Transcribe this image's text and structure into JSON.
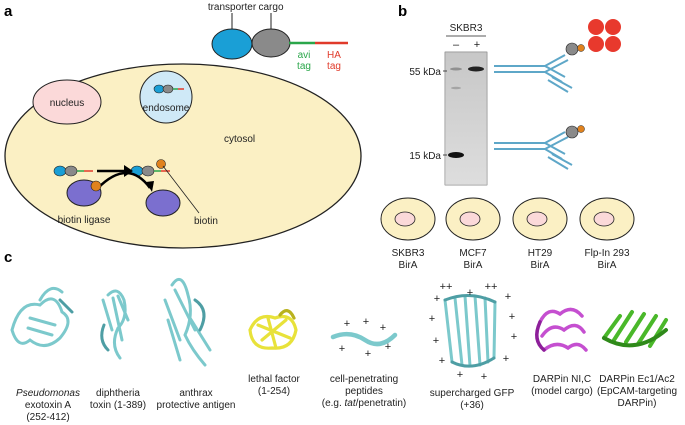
{
  "panels": {
    "a": "a",
    "b": "b",
    "c": "c"
  },
  "panel_a": {
    "transporter": "transporter",
    "cargo": "cargo",
    "avi_line1": "avi",
    "avi_line2": "tag",
    "ha_line1": "HA",
    "ha_line2": "tag",
    "nucleus": "nucleus",
    "endosome": "endosome",
    "cytosol": "cytosol",
    "biotin_ligase": "biotin ligase",
    "biotin": "biotin",
    "colors": {
      "transporter": "#1a9fd6",
      "cargo": "#8a8a8a",
      "avi_tag": "#2aa64a",
      "ha_tag": "#e03a2a",
      "biotin": "#e0821e",
      "ligase": "#7b6fcf",
      "cell": "#fbf0c4"
    }
  },
  "panel_b": {
    "cell_line": "SKBR3",
    "lane_minus": "–",
    "lane_plus": "+",
    "marker_55": "55 kDa",
    "marker_15": "15 kDa",
    "cells": [
      {
        "line1": "SKBR3",
        "line2": "BirA"
      },
      {
        "line1": "MCF7",
        "line2": "BirA"
      },
      {
        "line1": "HT29",
        "line2": "BirA"
      },
      {
        "line1": "Flp-In 293",
        "line2": "BirA"
      }
    ]
  },
  "panel_c": {
    "structures": [
      {
        "line1": "Pseudomonas",
        "line2": "exotoxin A",
        "line3": "(252-412)"
      },
      {
        "line1": "diphtheria",
        "line2": "toxin (1-389)",
        "line3": ""
      },
      {
        "line1": "anthrax",
        "line2": "protective antigen",
        "line3": ""
      },
      {
        "line1": "lethal factor",
        "line2": "(1-254)",
        "line3": ""
      },
      {
        "line1": "cell-penetrating",
        "line2": "peptides",
        "line3_a": "(e.g. ",
        "line3_b": "tat",
        "line3_c": "/penetratin)"
      },
      {
        "line1": "supercharged GFP",
        "line2": "(+36)",
        "line3": ""
      },
      {
        "line1": "DARPin NI,C",
        "line2": "(model cargo)",
        "line3": ""
      },
      {
        "line1": "DARPin Ec1/Ac2",
        "line2": "(EpCAM-targeting",
        "line3": "DARPin)"
      }
    ],
    "plus": "+",
    "plusplus": "++"
  }
}
